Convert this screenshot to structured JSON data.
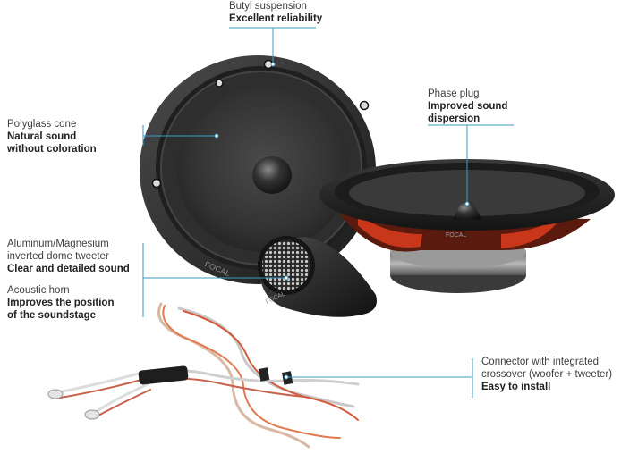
{
  "colors": {
    "speaker_body": "#2b2b2b",
    "cone": "#3a3a3a",
    "accent_red": "#c8371a",
    "callout_line": "#3d9bc1",
    "text": "#222222"
  },
  "annotations": {
    "butyl": {
      "title": "Butyl suspension",
      "desc": "Excellent reliability"
    },
    "phase_plug": {
      "title": "Phase plug",
      "desc": "Improved sound\ndispersion"
    },
    "polyglass": {
      "title": "Polyglass cone",
      "desc": "Natural sound\nwithout coloration"
    },
    "tweeter": {
      "title": "Aluminum/Magnesium\ninverted dome tweeter",
      "desc": "Clear and detailed sound"
    },
    "horn": {
      "title": "Acoustic horn",
      "desc": "Improves the position\nof the soundstage"
    },
    "connector": {
      "title": "Connector with integrated\ncrossover (woofer + tweeter)",
      "desc": "Easy to install"
    }
  },
  "brand": {
    "woofer_logo": "FOCAL",
    "side_logo": "FOCAL",
    "tweeter_logo": "FOCAL"
  }
}
